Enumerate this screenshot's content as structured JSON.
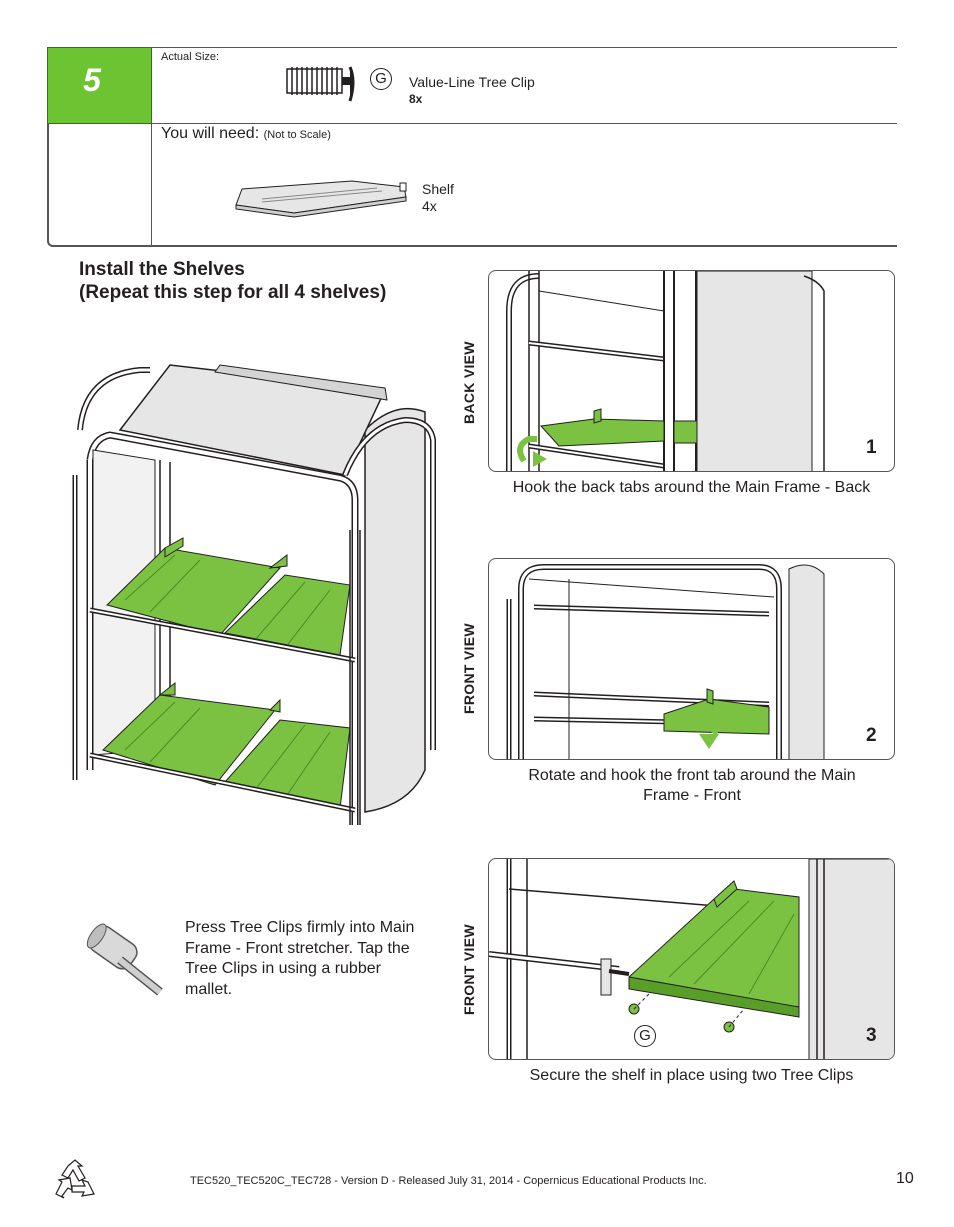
{
  "step": {
    "number": "5",
    "actual_size_label": "Actual Size:",
    "part_letter": "G",
    "part_name": "Value-Line Tree Clip",
    "part_qty": "8x",
    "you_will_need_label": "You will need:",
    "not_to_scale": "(Not to Scale)",
    "shelf_name": "Shelf",
    "shelf_qty": "4x"
  },
  "instructions": {
    "title_line1": "Install the Shelves",
    "title_line2": "(Repeat this step for all 4 shelves)",
    "mallet_text": "Press Tree Clips firmly into Main Frame - Front stretcher. Tap the Tree Clips in using a rubber mallet."
  },
  "panels": [
    {
      "view": "BACK VIEW",
      "number": "1",
      "caption": "Hook the back tabs around the Main Frame - Back"
    },
    {
      "view": "FRONT VIEW",
      "number": "2",
      "caption": "Rotate and hook the front tab around the Main Frame - Front"
    },
    {
      "view": "FRONT VIEW",
      "number": "3",
      "caption": "Secure the shelf in place using two Tree Clips",
      "clip_letter": "G"
    }
  ],
  "footer": {
    "doc_info": "TEC520_TEC520C_TEC728 - Version D - Released July 31, 2014 - Copernicus Educational Products Inc.",
    "page_number": "10"
  },
  "colors": {
    "accent_green": "#6cc433",
    "shelf_green": "#7cc242",
    "frame_gray": "#e6e6e6"
  }
}
